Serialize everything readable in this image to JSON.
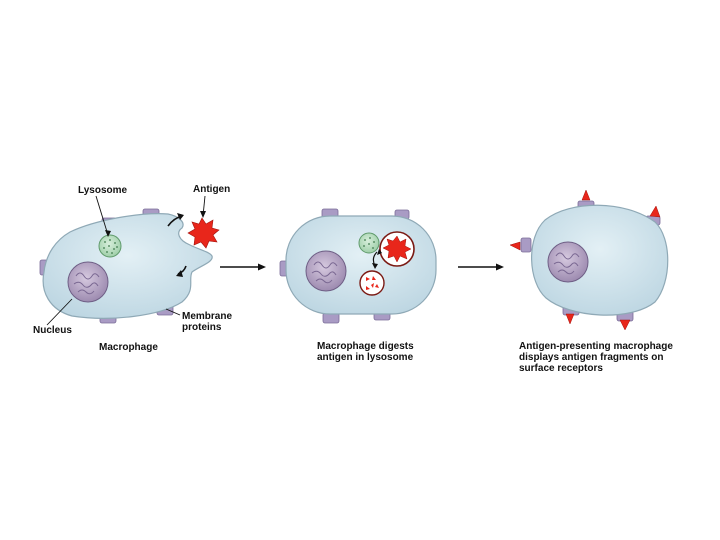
{
  "labels": {
    "lysosome": "Lysosome",
    "antigen": "Antigen",
    "nucleus": "Nucleus",
    "membrane_line1": "Membrane",
    "membrane_line2": "proteins",
    "macrophage": "Macrophage"
  },
  "captions": {
    "step2_line1": "Macrophage digests",
    "step2_line2": "antigen in lysosome",
    "step3_line1": "Antigen-presenting macrophage",
    "step3_line2": "displays antigen fragments on",
    "step3_line3": "surface receptors"
  },
  "colors": {
    "cell_fill": "#cfe3ec",
    "cell_stroke": "#8fa9b6",
    "nucleus_fill": "#b8a7c4",
    "protein_fill": "#a99bc4",
    "lysosome_fill": "#b7dcc0",
    "antigen_red": "#e8261b"
  }
}
